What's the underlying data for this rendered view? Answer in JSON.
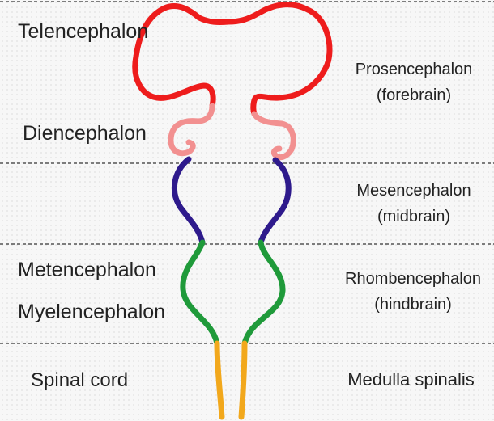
{
  "sections": [
    {
      "left_labels": [
        "Telencephalon",
        "Diencephalon"
      ],
      "right_label": [
        "Prosencephalon",
        "(forebrain)"
      ],
      "colors": [
        "#ee1c1c",
        "#f29090"
      ]
    },
    {
      "left_labels": [],
      "right_label": [
        "Mesencephalon",
        "(midbrain)"
      ],
      "colors": [
        "#2e1a8c"
      ]
    },
    {
      "left_labels": [
        "Metencephalon",
        "Myelencephalon"
      ],
      "right_label": [
        "Rhombencephalon",
        "(hindbrain)"
      ],
      "colors": [
        "#1f9a3a"
      ]
    },
    {
      "left_labels": [
        "Spinal cord"
      ],
      "right_label": [
        "Medulla spinalis"
      ],
      "colors": [
        "#f2a81c"
      ]
    }
  ]
}
